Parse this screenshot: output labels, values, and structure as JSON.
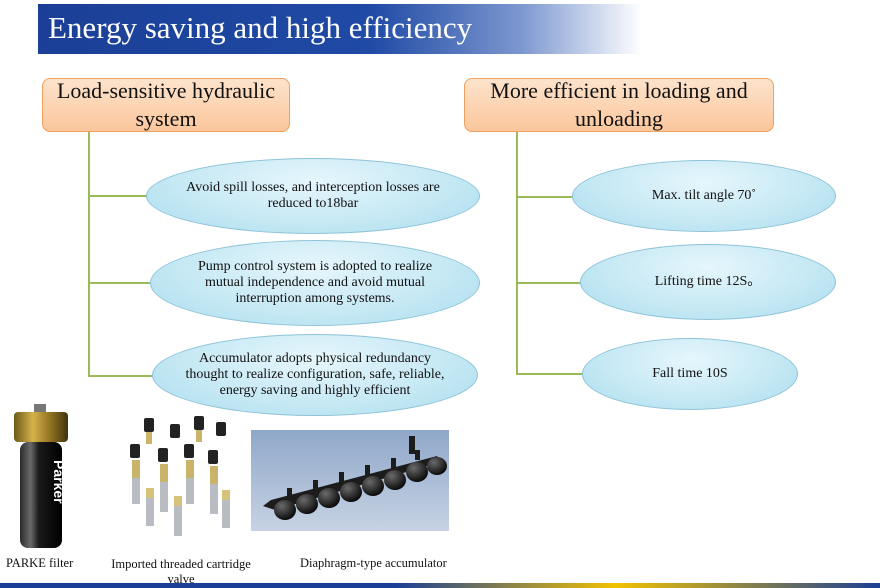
{
  "title": "Energy saving and high efficiency",
  "left_box": {
    "label": "Load-sensitive hydraulic system",
    "items": [
      "Avoid spill losses, and interception losses are reduced to18bar",
      "Pump control system is adopted to realize  mutual independence and avoid mutual interruption among systems.",
      "Accumulator adopts physical redundancy thought to realize configuration, safe, reliable, energy saving and highly efficient"
    ]
  },
  "right_box": {
    "label": "More efficient in loading and unloading",
    "items": [
      "Max. tilt angle 70˚",
      "Lifting time 12S。",
      "Fall time 10S"
    ]
  },
  "products": [
    {
      "caption": "PARKE filter",
      "icon": "parker-filter-photo"
    },
    {
      "caption": "Imported threaded cartridge valve",
      "icon": "cartridge-valve-photo"
    },
    {
      "caption": "Diaphragm-type accumulator",
      "icon": "accumulator-photo"
    }
  ],
  "logo_text": "Parker",
  "colors": {
    "banner": "#1b3f96",
    "box_fill": "#fbc79c",
    "ellipse_fill": "#c4e8f4",
    "connector": "#9abb58"
  }
}
